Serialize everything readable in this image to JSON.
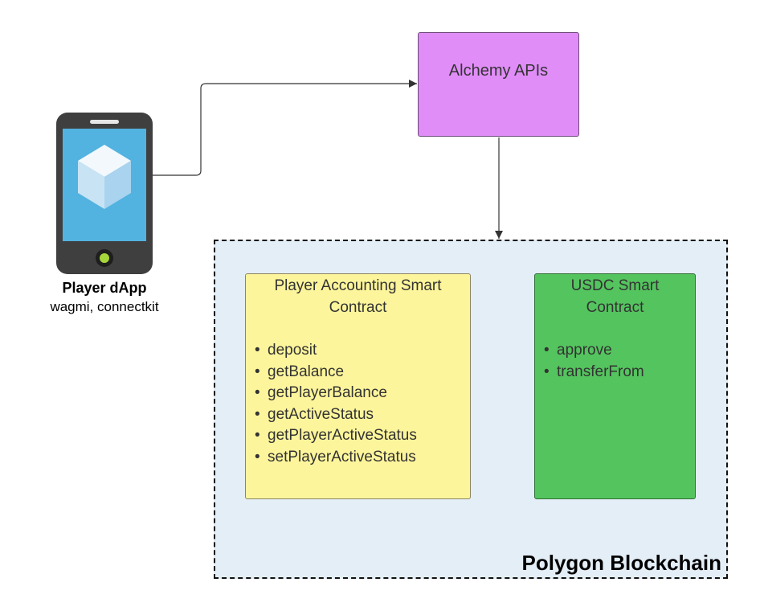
{
  "nodes": {
    "player_dapp": {
      "title": "Player dApp",
      "subtitle": "wagmi, connectkit",
      "icon": "smartphone-app-icon"
    },
    "alchemy": {
      "label": "Alchemy APIs",
      "color": "#e08df8"
    },
    "blockchain": {
      "label": "Polygon Blockchain",
      "color": "#e4eef7"
    },
    "player_contract": {
      "title": "Player Accounting Smart\nContract",
      "color": "#fdf59b",
      "functions": [
        "deposit",
        "getBalance",
        "getPlayerBalance",
        "getActiveStatus",
        "getPlayerActiveStatus",
        "setPlayerActiveStatus"
      ]
    },
    "usdc_contract": {
      "title": "USDC Smart\nContract",
      "color": "#54c45e",
      "functions": [
        "approve",
        "transferFrom"
      ]
    }
  },
  "edges": [
    {
      "from": "player_dapp",
      "to": "alchemy"
    },
    {
      "from": "alchemy",
      "to": "blockchain"
    },
    {
      "from": "player_contract.deposit",
      "to": "usdc_contract"
    }
  ]
}
